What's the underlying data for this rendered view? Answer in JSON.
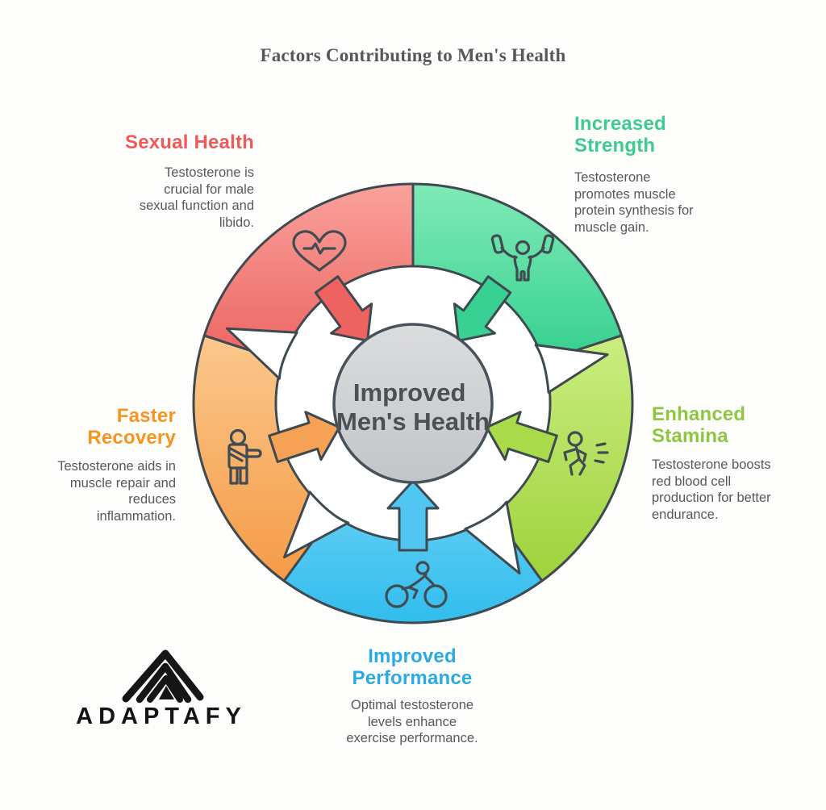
{
  "title": "Factors Contributing to Men's Health",
  "center": {
    "line1": "Improved",
    "line2": "Men's Health"
  },
  "factors": [
    {
      "id": "sexual-health",
      "label": "Sexual Health",
      "description": "Testosterone is crucial for male sexual function and libido.",
      "color": "#ee5a5a",
      "segment_gradient": [
        "#f9a19b",
        "#ec5e5b"
      ],
      "icon": "heartbeat-icon"
    },
    {
      "id": "increased-strength",
      "label": "Increased Strength",
      "description": "Testosterone promotes muscle protein synthesis for muscle gain.",
      "color": "#3ecb90",
      "segment_gradient": [
        "#7feab6",
        "#2dcd8c"
      ],
      "icon": "overhead-press-icon"
    },
    {
      "id": "enhanced-stamina",
      "label": "Enhanced Stamina",
      "description": "Testosterone boosts red blood cell production for better endurance.",
      "color": "#8dc63f",
      "segment_gradient": [
        "#cbee82",
        "#9cd139"
      ],
      "icon": "runner-icon"
    },
    {
      "id": "improved-performance",
      "label": "Improved Performance",
      "description": "Optimal testosterone levels enhance exercise performance.",
      "color": "#29abe2",
      "segment_gradient": [
        "#76d5f7",
        "#2ebced"
      ],
      "icon": "cyclist-icon"
    },
    {
      "id": "faster-recovery",
      "label": "Faster Recovery",
      "description": "Testosterone aids in muscle repair and reduces inflammation.",
      "color": "#f7941e",
      "segment_gradient": [
        "#fbc98e",
        "#f59944"
      ],
      "icon": "arm-sling-icon"
    }
  ],
  "center_circle_color": "#cdced0",
  "outline_color": "#3f4950",
  "text_color": "#57585b",
  "logo": {
    "text": "ADAPTAFY"
  }
}
